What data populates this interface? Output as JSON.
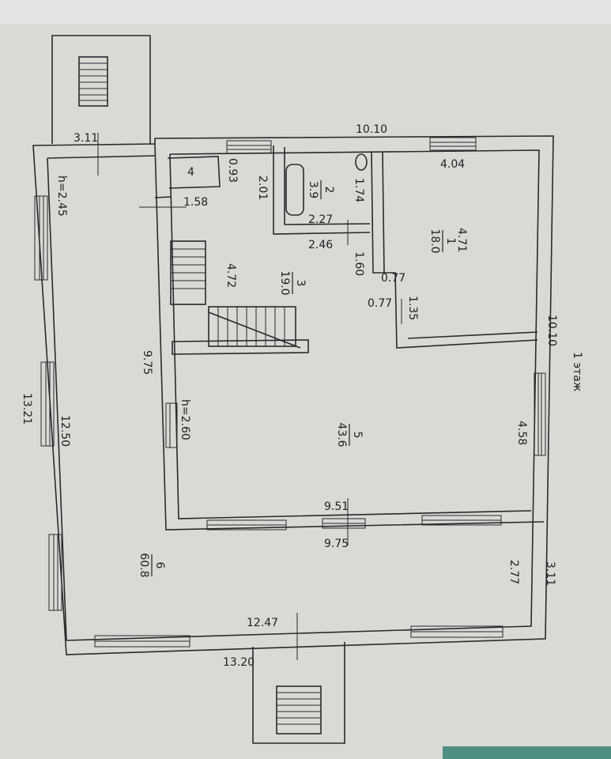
{
  "floor_label": "1 этаж",
  "rooms": [
    {
      "number": "1",
      "area": "18.0"
    },
    {
      "number": "2",
      "area": "3.9"
    },
    {
      "number": "3",
      "area": "19.0"
    },
    {
      "number": "4",
      "area": ""
    },
    {
      "number": "5",
      "area": "43.6"
    },
    {
      "number": "6",
      "area": "60.8"
    }
  ],
  "heights": {
    "veranda": "h=2.45",
    "house": "h=2.60"
  },
  "dimensions": {
    "top_overall": "10.10",
    "top_porch": "3.11",
    "room1_width": "4.04",
    "room1_length": "4.71",
    "right_overall": "10.10",
    "room4_a": "0.93",
    "room4_b": "1.58",
    "bath_a": "2.01",
    "bath_b": "1.74",
    "bath_c": "2.27",
    "bath_d": "2.46",
    "corr_a": "1.60",
    "corr_b": "0.77",
    "corr_c": "0.77",
    "corr_d": "1.35",
    "room3_len": "4.72",
    "house_left": "9.75",
    "room5_right": "4.58",
    "room5_bottom_inner": "9.51",
    "room5_bottom_outer": "9.75",
    "veranda_left_inner": "12.50",
    "veranda_left_outer": "13.21",
    "veranda_right": "2.77",
    "veranda_right_outer": "3.11",
    "bottom_inner": "12.47",
    "bottom_outer": "13.20"
  }
}
